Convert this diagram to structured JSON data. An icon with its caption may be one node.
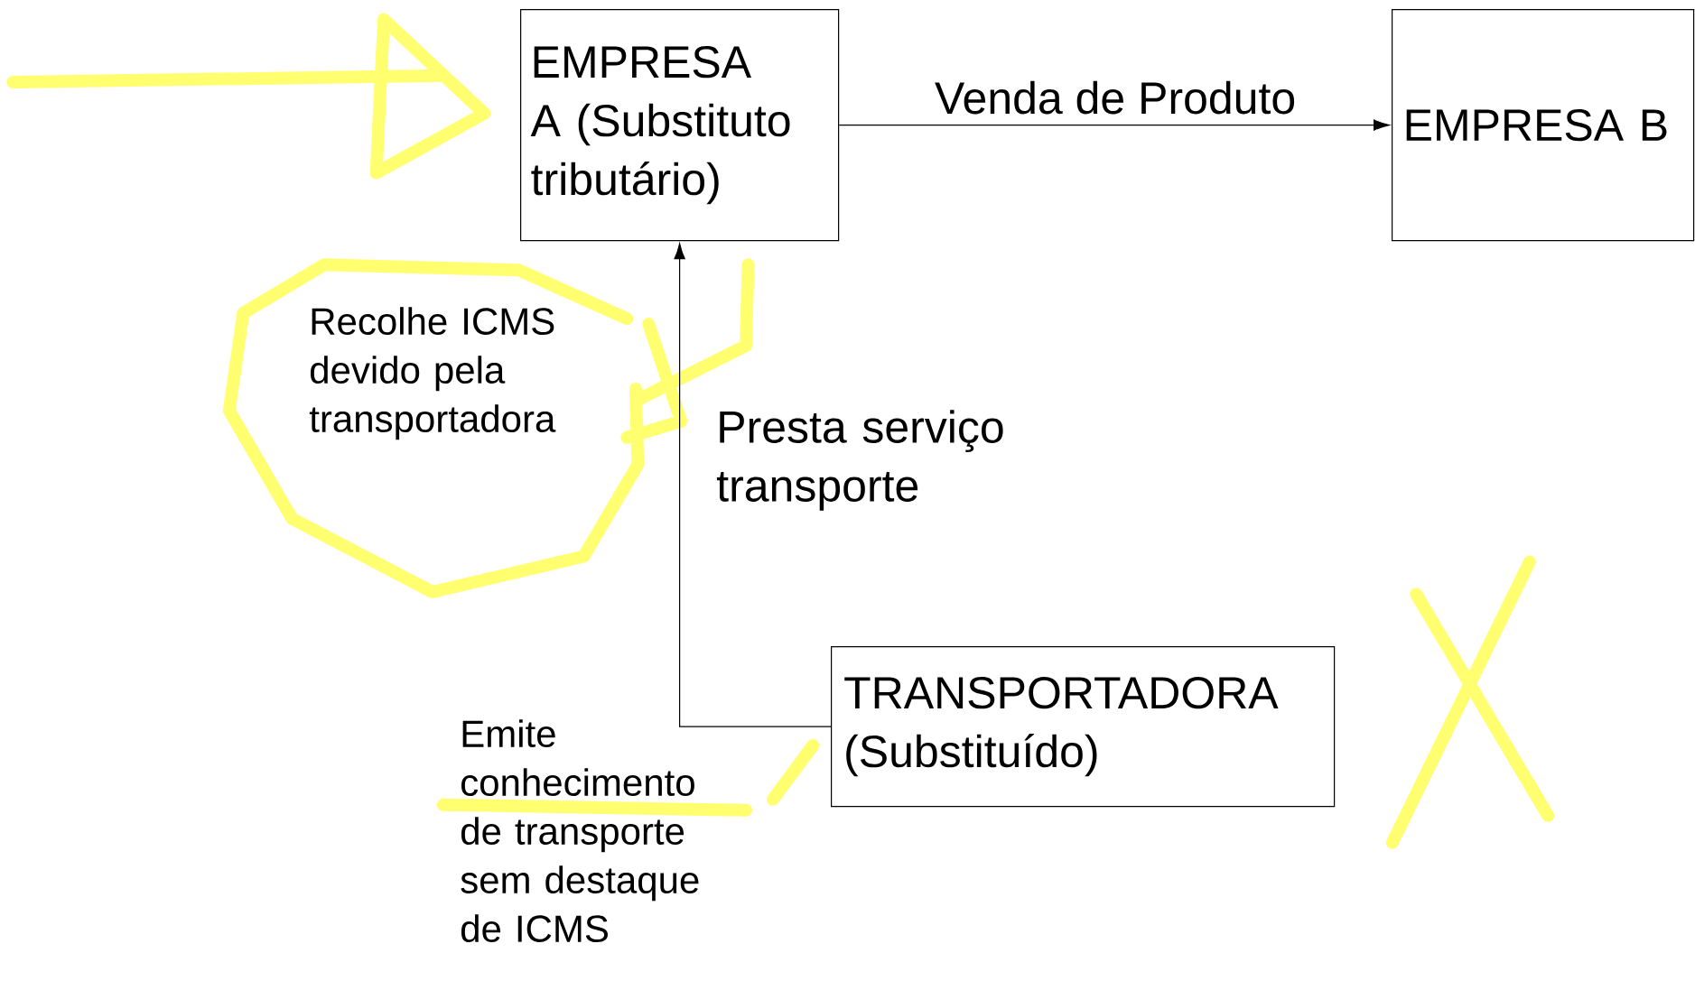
{
  "diagram": {
    "nodes": [
      {
        "text": [
          "EMPRESA A (Substituto tributário)"
        ]
      },
      {
        "text": [
          "EMPRESA B"
        ]
      },
      {
        "text": [
          "TRANSPORTADORA (Substituído)"
        ]
      }
    ],
    "edges": [
      {
        "from": 0,
        "to": 1,
        "arrow": "to",
        "label": "Venda de Produto"
      },
      {
        "from": 2,
        "to": 0,
        "arrow": "to",
        "label": "Presta serviço transporte"
      }
    ],
    "labels": [
      "Recolhe ICMS devido pela transportadora",
      "Emite conhecimento de transporte sem destaque de ICMS"
    ]
  }
}
